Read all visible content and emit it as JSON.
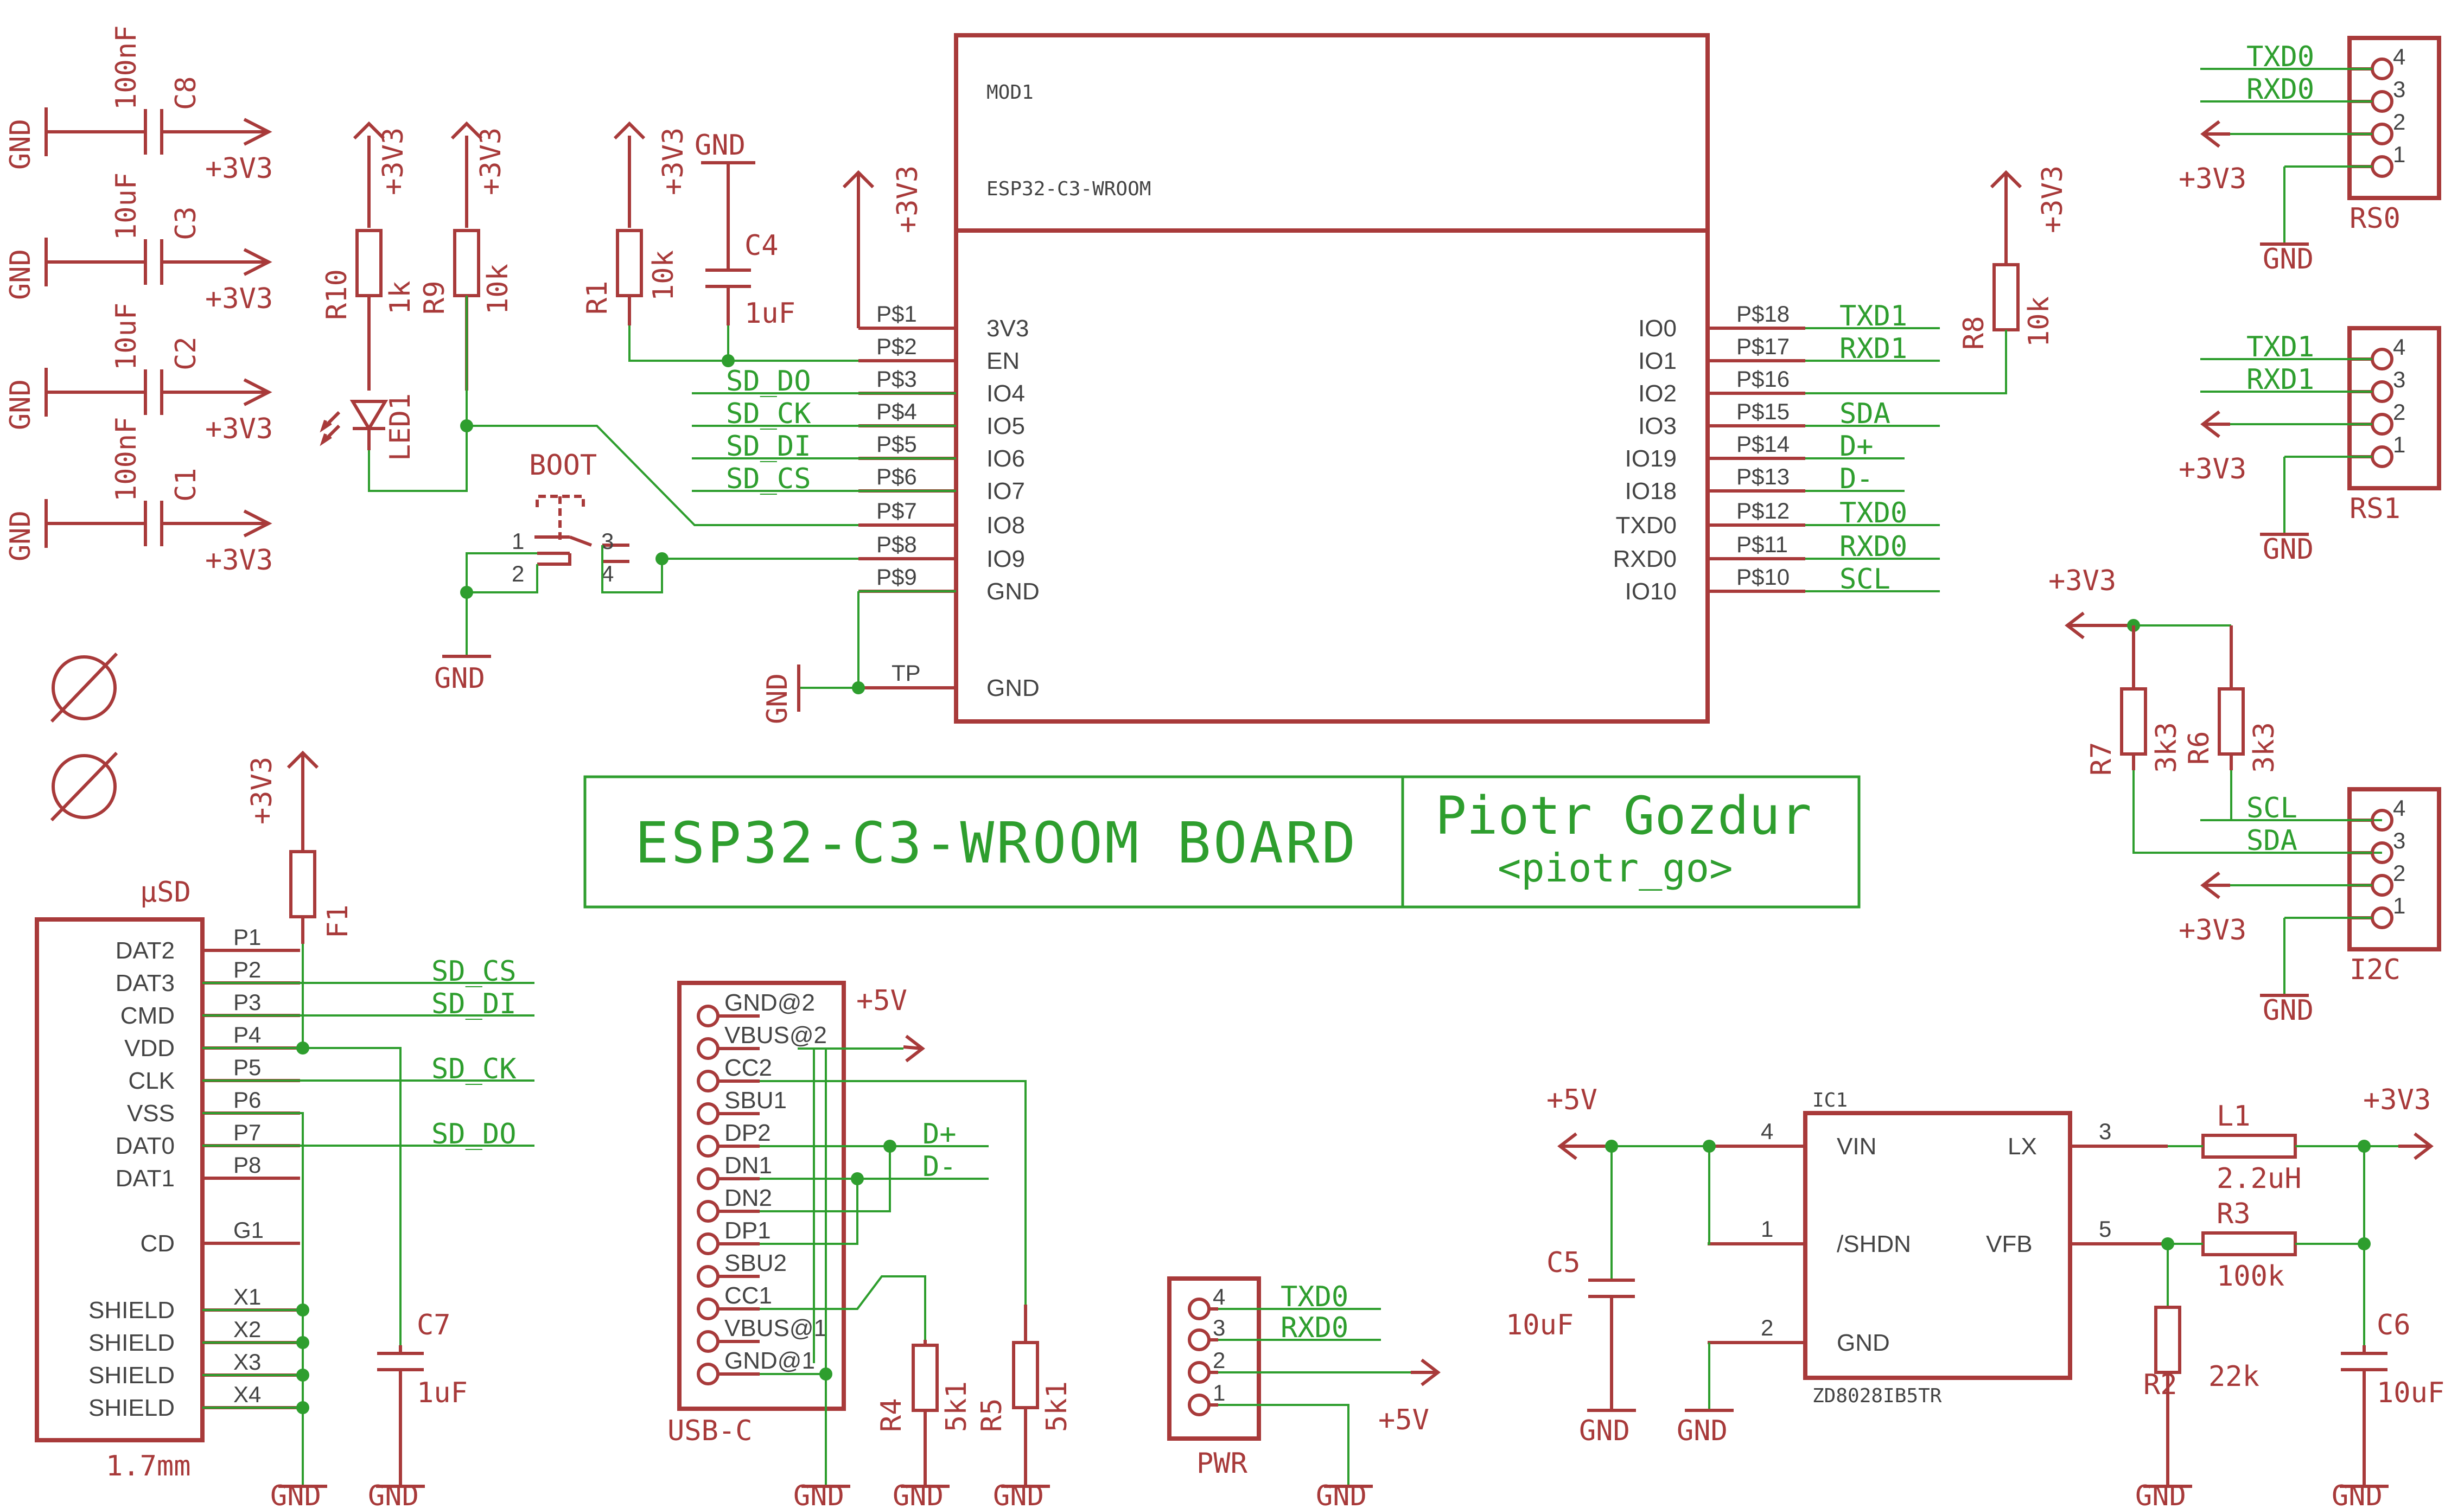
{
  "title_block": {
    "board": "ESP32-C3-WROOM BOARD",
    "author": "Piotr Gozdur",
    "handle": "<piotr_go>"
  },
  "nets": {
    "gnd": "GND",
    "v33": "+3V3",
    "v5": "+5V",
    "sd_do": "SD_DO",
    "sd_ck": "SD_CK",
    "sd_di": "SD_DI",
    "sd_cs": "SD_CS",
    "txd1": "TXD1",
    "rxd1": "RXD1",
    "txd0": "TXD0",
    "rxd0": "RXD0",
    "sda": "SDA",
    "scl": "SCL",
    "dp": "D+",
    "dm": "D-"
  },
  "decoupling": [
    {
      "name": "C8",
      "value": "100nF"
    },
    {
      "name": "C3",
      "value": "10uF"
    },
    {
      "name": "C2",
      "value": "10uF"
    },
    {
      "name": "C1",
      "value": "100nF"
    }
  ],
  "led_section": {
    "r10": {
      "name": "R10",
      "value": "1k"
    },
    "r9": {
      "name": "R9",
      "value": "10k"
    },
    "led": "LED1",
    "boot": "BOOT",
    "boot_pins": [
      "1",
      "2",
      "3",
      "4"
    ]
  },
  "en_section": {
    "r1": {
      "name": "R1",
      "value": "10k"
    },
    "c4": {
      "name": "C4",
      "value": "1uF"
    }
  },
  "module": {
    "ref": "MOD1",
    "part": "ESP32-C3-WROOM",
    "left_pins": [
      {
        "pad": "P$1",
        "name": "3V3"
      },
      {
        "pad": "P$2",
        "name": "EN"
      },
      {
        "pad": "P$3",
        "name": "IO4"
      },
      {
        "pad": "P$4",
        "name": "IO5"
      },
      {
        "pad": "P$5",
        "name": "IO6"
      },
      {
        "pad": "P$6",
        "name": "IO7"
      },
      {
        "pad": "P$7",
        "name": "IO8"
      },
      {
        "pad": "P$8",
        "name": "IO9"
      },
      {
        "pad": "P$9",
        "name": "GND"
      }
    ],
    "tp_pad": "TP",
    "tp_name": "GND",
    "right_pins": [
      {
        "pad": "P$18",
        "name": "IO0"
      },
      {
        "pad": "P$17",
        "name": "IO1"
      },
      {
        "pad": "P$16",
        "name": "IO2"
      },
      {
        "pad": "P$15",
        "name": "IO3"
      },
      {
        "pad": "P$14",
        "name": "IO19"
      },
      {
        "pad": "P$13",
        "name": "IO18"
      },
      {
        "pad": "P$12",
        "name": "TXD0"
      },
      {
        "pad": "P$11",
        "name": "RXD0"
      },
      {
        "pad": "P$10",
        "name": "IO10"
      }
    ]
  },
  "r8": {
    "name": "R8",
    "value": "10k"
  },
  "connectors": {
    "rs0": "RS0",
    "rs1": "RS1",
    "i2c": "I2C",
    "pwr": "PWR",
    "pins4": [
      "4",
      "3",
      "2",
      "1"
    ]
  },
  "i2c_pullups": {
    "r7": {
      "name": "R7",
      "value": "3k3"
    },
    "r6": {
      "name": "R6",
      "value": "3k3"
    }
  },
  "holes": [
    "hole-1",
    "hole-2"
  ],
  "microsd": {
    "title": "µSD",
    "size": "1.7mm",
    "f1": "F1",
    "c7": {
      "name": "C7",
      "value": "1uF"
    },
    "pins": [
      {
        "name": "DAT2",
        "pad": "P1"
      },
      {
        "name": "DAT3",
        "pad": "P2"
      },
      {
        "name": "CMD",
        "pad": "P3"
      },
      {
        "name": "VDD",
        "pad": "P4"
      },
      {
        "name": "CLK",
        "pad": "P5"
      },
      {
        "name": "VSS",
        "pad": "P6"
      },
      {
        "name": "DAT0",
        "pad": "P7"
      },
      {
        "name": "DAT1",
        "pad": "P8"
      },
      {
        "name": "CD",
        "pad": "G1"
      },
      {
        "name": "SHIELD",
        "pad": "X1"
      },
      {
        "name": "SHIELD",
        "pad": "X2"
      },
      {
        "name": "SHIELD",
        "pad": "X3"
      },
      {
        "name": "SHIELD",
        "pad": "X4"
      }
    ]
  },
  "usbc": {
    "label": "USB-C",
    "pins": [
      "GND@2",
      "VBUS@2",
      "CC2",
      "SBU1",
      "DP2",
      "DN1",
      "DN2",
      "DP1",
      "SBU2",
      "CC1",
      "VBUS@1",
      "GND@1"
    ],
    "r4": {
      "name": "R4",
      "value": "5k1"
    },
    "r5": {
      "name": "R5",
      "value": "5k1"
    }
  },
  "regulator": {
    "ref": "IC1",
    "part": "ZD8028IB5TR",
    "pins": [
      {
        "num": "4",
        "name": "VIN"
      },
      {
        "num": "1",
        "name": "/SHDN"
      },
      {
        "num": "2",
        "name": "GND"
      },
      {
        "num": "3",
        "name": "LX"
      },
      {
        "num": "5",
        "name": "VFB"
      }
    ],
    "l1": {
      "name": "L1",
      "value": "2.2uH"
    },
    "r3": {
      "name": "R3",
      "value": "100k"
    },
    "r2": {
      "name": "R2",
      "value": "22k"
    },
    "c5": {
      "name": "C5",
      "value": "10uF"
    },
    "c6": {
      "name": "C6",
      "value": "10uF"
    }
  }
}
